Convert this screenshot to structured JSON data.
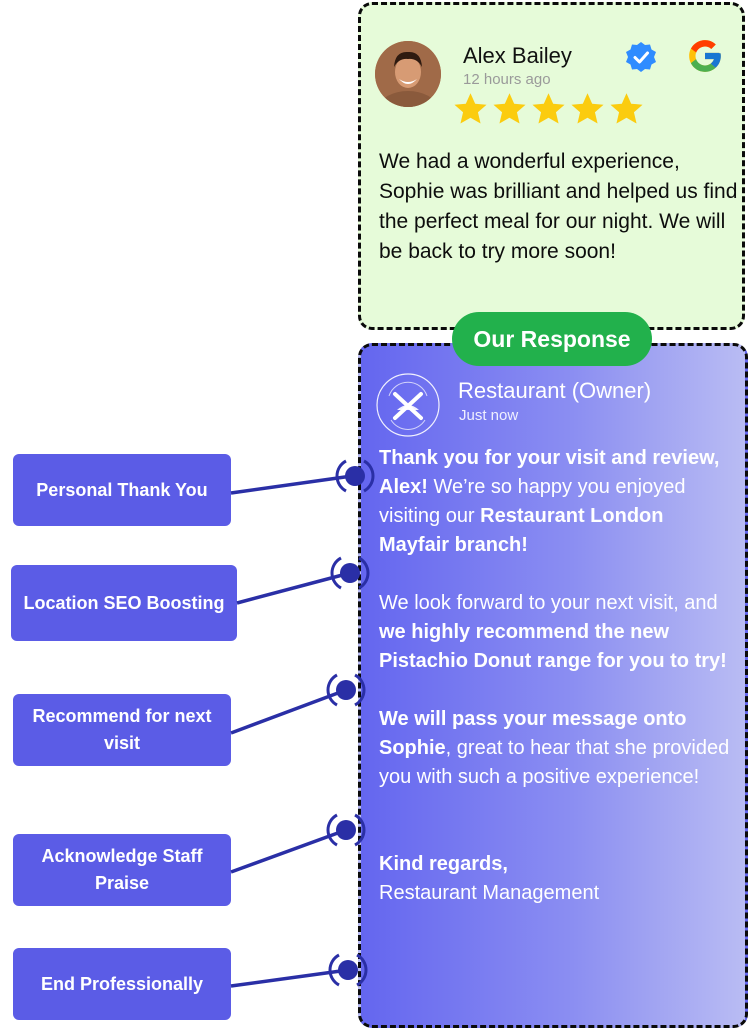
{
  "review": {
    "reviewer_name": "Alex Bailey",
    "time": "12 hours ago",
    "rating": 5,
    "text": "We had a wonderful experience, Sophie was brilliant and helped us find the perfect meal for our night. We will be back to try more soon!",
    "icons": [
      "avatar",
      "verified-badge-icon",
      "google-icon",
      "star-icon"
    ]
  },
  "response_pill": "Our Response",
  "response": {
    "owner_name": "Restaurant (Owner)",
    "time": "Just now",
    "p1_bold": "Thank you for your visit and review, Alex!",
    "p1_a": " We’re so happy you enjoyed visiting our ",
    "p1_bold2": "Restaurant London Mayfair branch!",
    "p2_a": "We look forward to your next visit, and ",
    "p2_bold": "we highly recommend the new Pistachio Donut range for you to try!",
    "p3_bold": "We will pass your message onto Sophie",
    "p3_a": ", great to hear that she provided you with such a positive experience!",
    "sign_bold": "Kind regards,",
    "sign": "Restaurant Management"
  },
  "callouts": [
    "Personal Thank You",
    "Location SEO Boosting",
    "Recommend for next visit",
    "Acknowledge Staff Praise",
    "End Professionally"
  ],
  "colors": {
    "review_bg": "#e6fbd9",
    "pill_green": "#22b14c",
    "label_blue": "#5b5ce6",
    "connector": "#2a2fa6",
    "star": "#fbcc0f"
  }
}
